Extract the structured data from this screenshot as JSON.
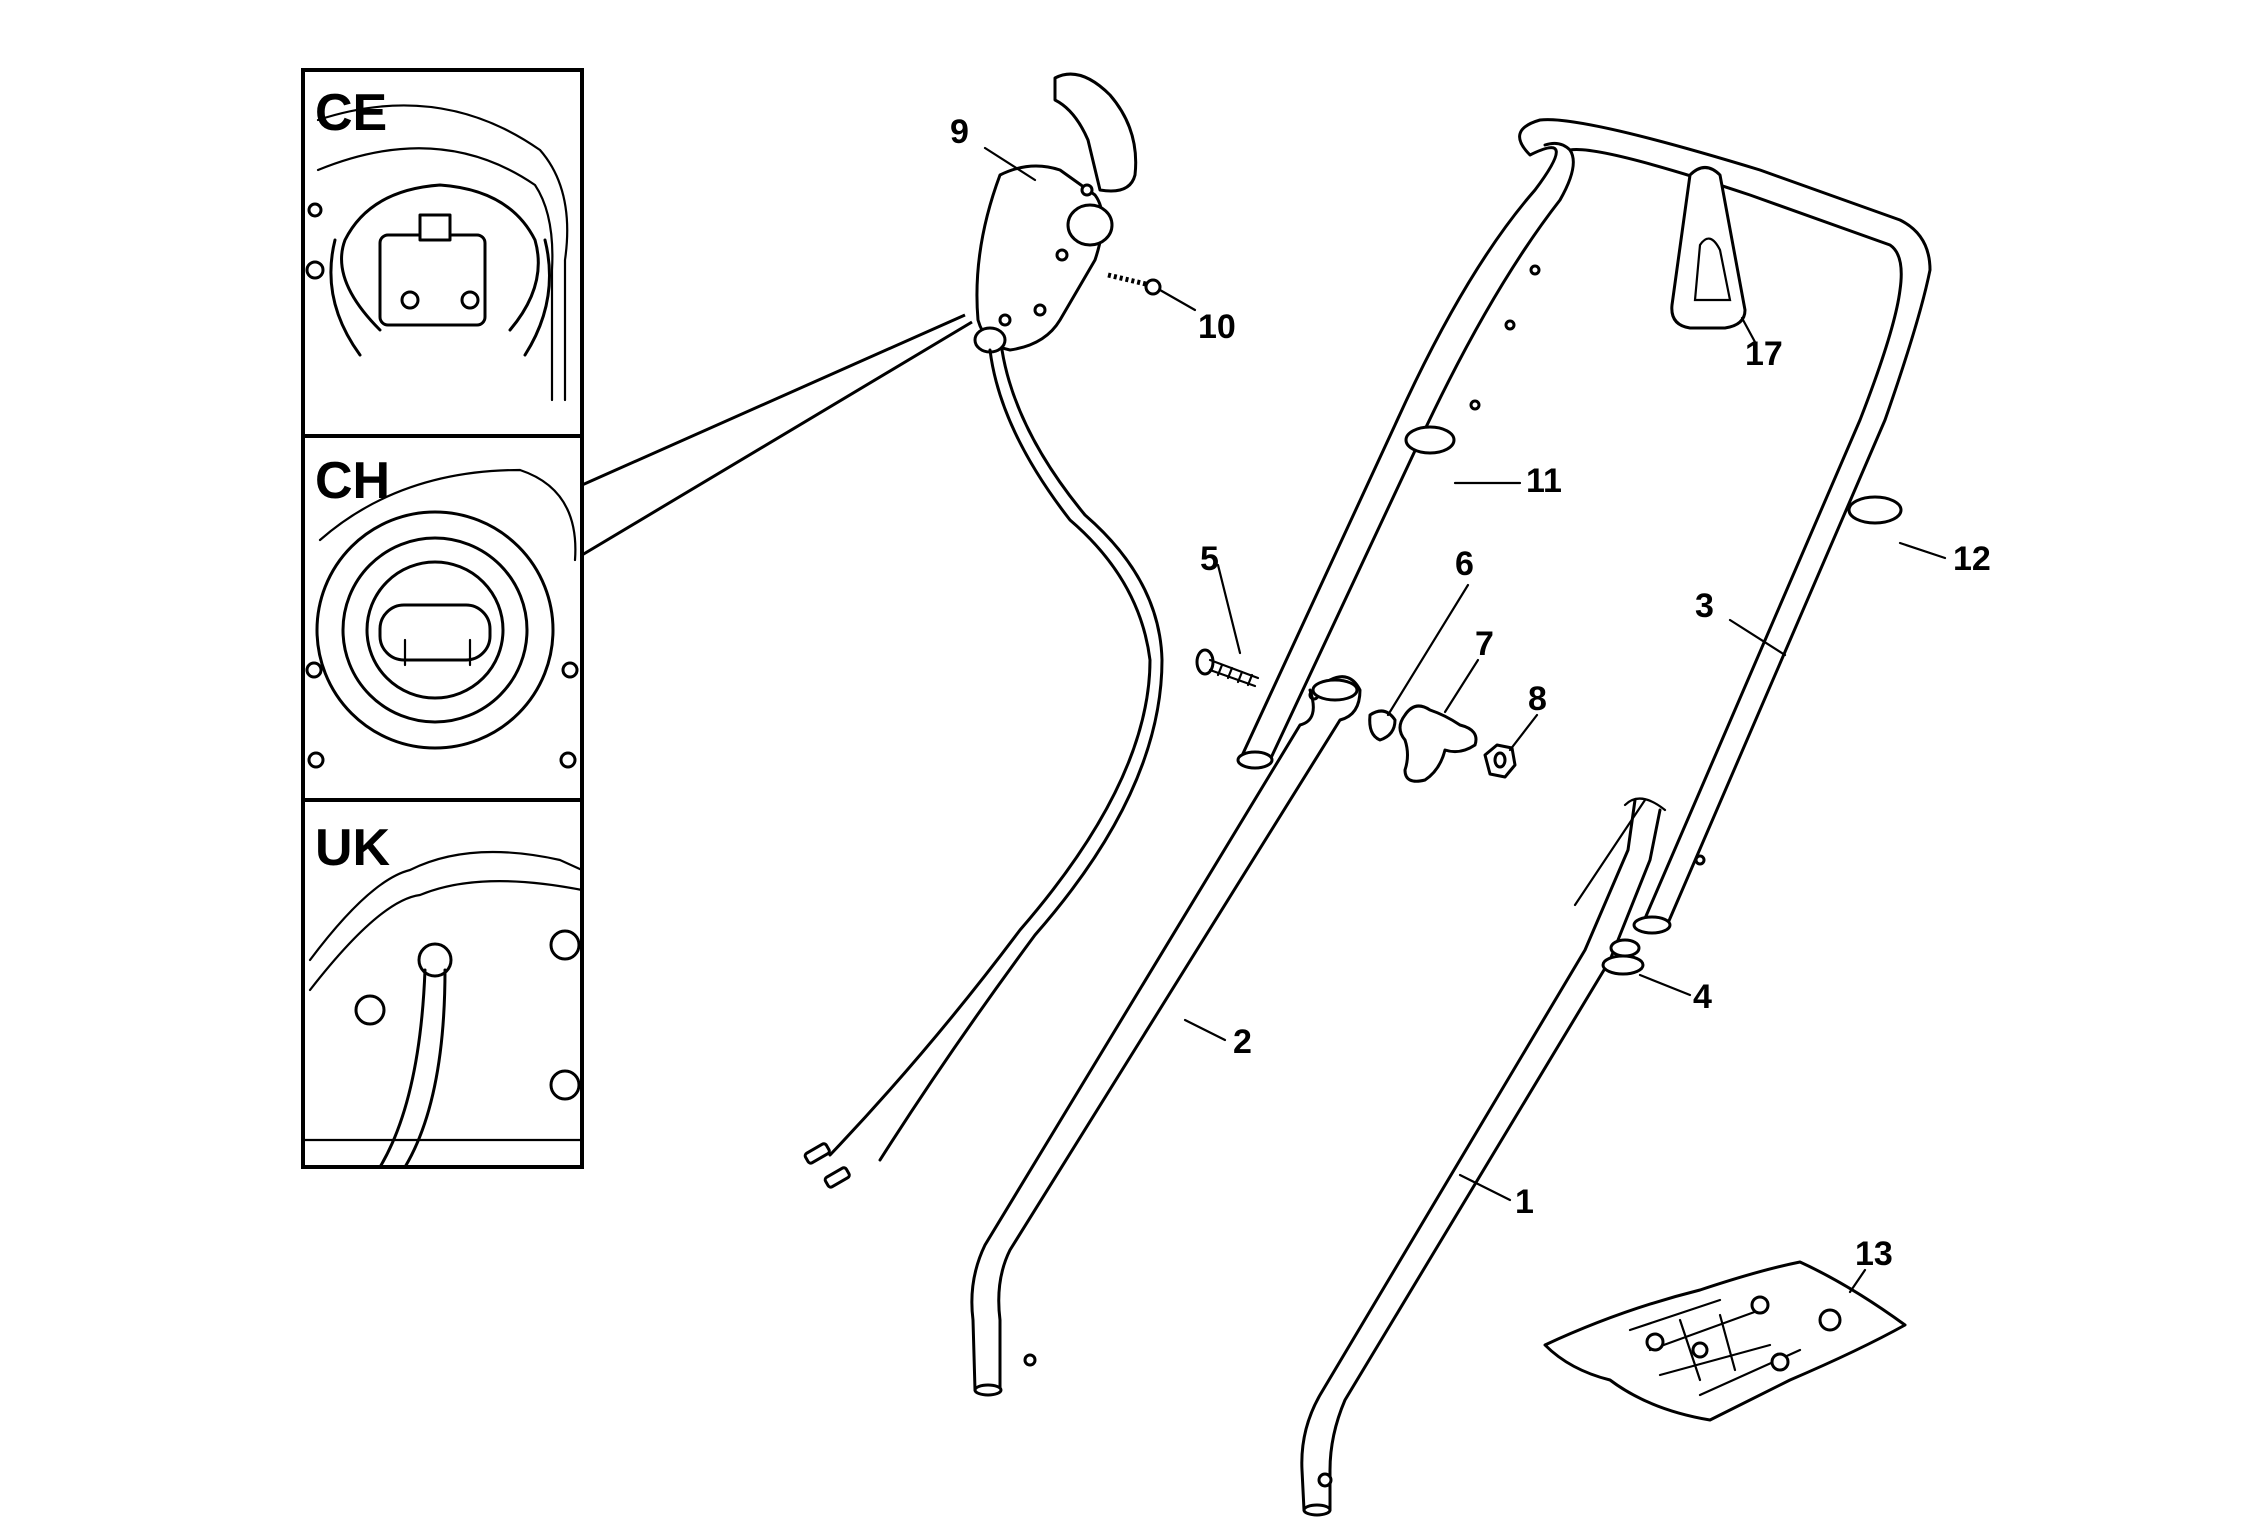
{
  "insets": [
    {
      "id": "ce",
      "label": "CE"
    },
    {
      "id": "ch",
      "label": "CH"
    },
    {
      "id": "uk",
      "label": "UK"
    }
  ],
  "callouts": {
    "p1": "1",
    "p2": "2",
    "p3": "3",
    "p4": "4",
    "p5": "5",
    "p6": "6",
    "p7": "7",
    "p8": "8",
    "p9": "9",
    "p10": "10",
    "p11": "11",
    "p12": "12",
    "p13": "13",
    "p17": "17"
  }
}
